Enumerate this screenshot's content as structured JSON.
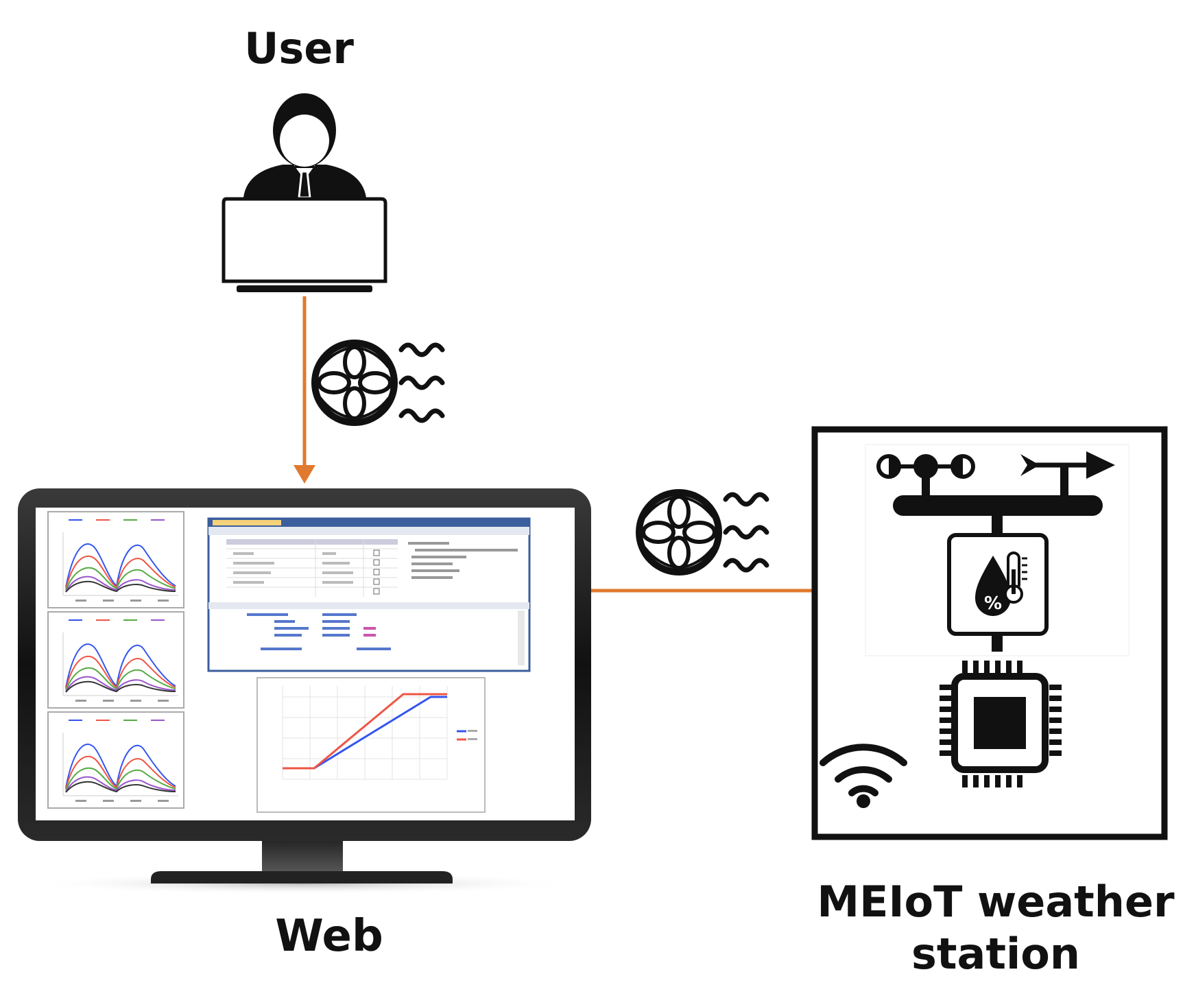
{
  "labels": {
    "user": "User",
    "web": "Web",
    "station_line1": "MEIoT weather",
    "station_line2": "station"
  },
  "colors": {
    "connector": "#e07a2e",
    "ink": "#111111",
    "series_a": "#3355ee",
    "series_b": "#ee5544"
  },
  "icons": {
    "user": "user-at-laptop-icon",
    "link": "wireless-link-globe-icon",
    "monitor": "monitor-icon",
    "anemometer": "anemometer-icon",
    "wind_vane": "wind-vane-icon",
    "sensor": "humidity-temperature-sensor-icon",
    "cpu": "microcontroller-chip-icon",
    "wifi": "wifi-icon"
  }
}
